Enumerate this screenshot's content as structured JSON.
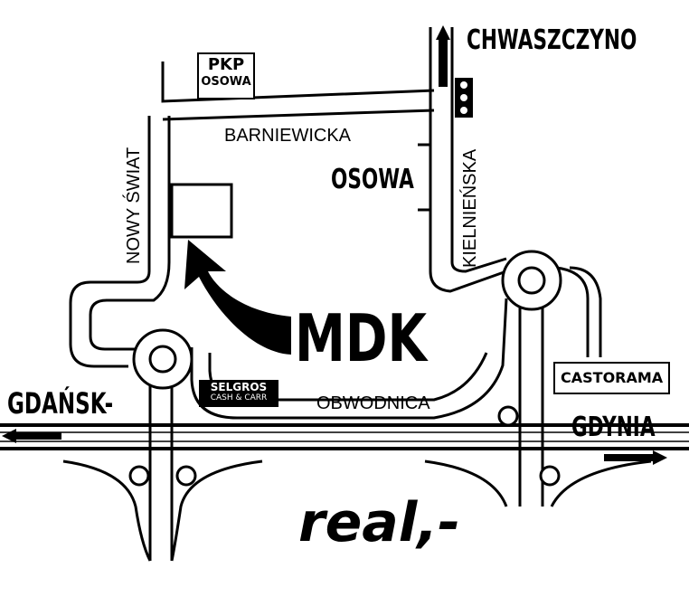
{
  "colors": {
    "ink": "#000000",
    "paper": "#ffffff"
  },
  "map": {
    "destinations": {
      "north": "CHWASZCZYNO",
      "west": "GDAŃSK-",
      "east": "GDYNIA"
    },
    "streets": {
      "barniewicka": "BARNIEWICKA",
      "nowy_swiat": "NOWY ŚWIAT",
      "kielnienska": "KIELNIEŃSKA",
      "obwodnica": "OBWODNICA"
    },
    "station": {
      "line1": "PKP",
      "line2": "OSOWA"
    },
    "district": "OSOWA",
    "target": "MDK",
    "stores": {
      "selgros_name": "SELGROS",
      "selgros_tagline": "CASH & CARR",
      "castorama": "CASTORAMA",
      "real": "real,-"
    },
    "icons": [
      "north-arrow-icon",
      "west-arrow-icon",
      "east-arrow-icon",
      "mdk-pointer-arrow-icon",
      "traffic-light-icon",
      "roundabout-icon"
    ]
  }
}
